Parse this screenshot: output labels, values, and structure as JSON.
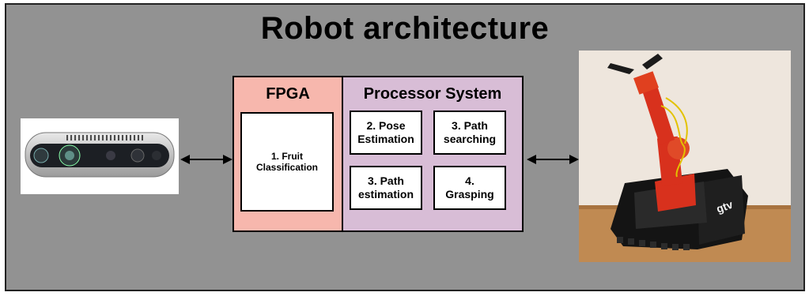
{
  "title": "Robot architecture",
  "fpga": {
    "header": "FPGA",
    "box_line1": "1. Fruit",
    "box_line2": "Classification"
  },
  "processor": {
    "header": "Processor System",
    "boxes": [
      {
        "line1": "2. Pose",
        "line2": "Estimation"
      },
      {
        "line1": "3. Path",
        "line2": "searching"
      },
      {
        "line1": "3. Path",
        "line2": "estimation"
      },
      {
        "line1": "4.",
        "line2": "Grasping"
      }
    ]
  },
  "robot_logo": "gtv",
  "colors": {
    "background": "#929292",
    "fpga": "#f7b7ad",
    "processor": "#d8bdd6",
    "robot_body": "#d8311d"
  }
}
